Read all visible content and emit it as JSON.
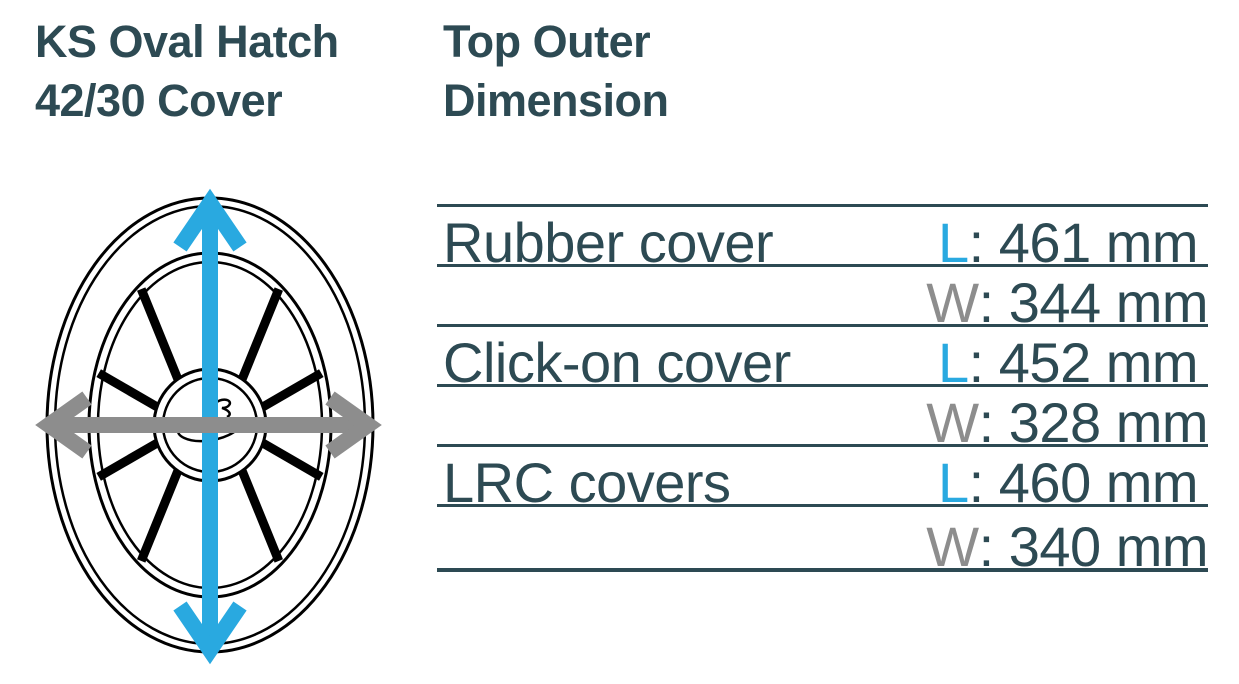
{
  "header": {
    "product_title": {
      "line1": "KS Oval Hatch",
      "line2": "42/30 Cover"
    },
    "section_heading": {
      "line1": "Top Outer",
      "line2": "Dimension"
    }
  },
  "diagram": {
    "length_arrow_color": "#29a9e0",
    "width_arrow_color": "#8d8d8d",
    "line_art_color": "#000000"
  },
  "table": {
    "products": [
      {
        "label": "Rubber cover",
        "length": {
          "prefix": "L",
          "text": ": 461 mm"
        },
        "width": {
          "prefix": "W",
          "text": ": 344 mm"
        }
      },
      {
        "label": "Click-on cover",
        "length": {
          "prefix": "L",
          "text": ": 452 mm"
        },
        "width": {
          "prefix": "W",
          "text": ": 328 mm"
        }
      },
      {
        "label": "LRC covers",
        "length": {
          "prefix": "L",
          "text": ": 460 mm"
        },
        "width": {
          "prefix": "W",
          "text": ": 340 mm"
        }
      }
    ]
  },
  "colors": {
    "text": "#2d4a53",
    "accent_blue": "#29a9e0",
    "accent_gray": "#8d8d8d",
    "line_art": "#000000"
  }
}
